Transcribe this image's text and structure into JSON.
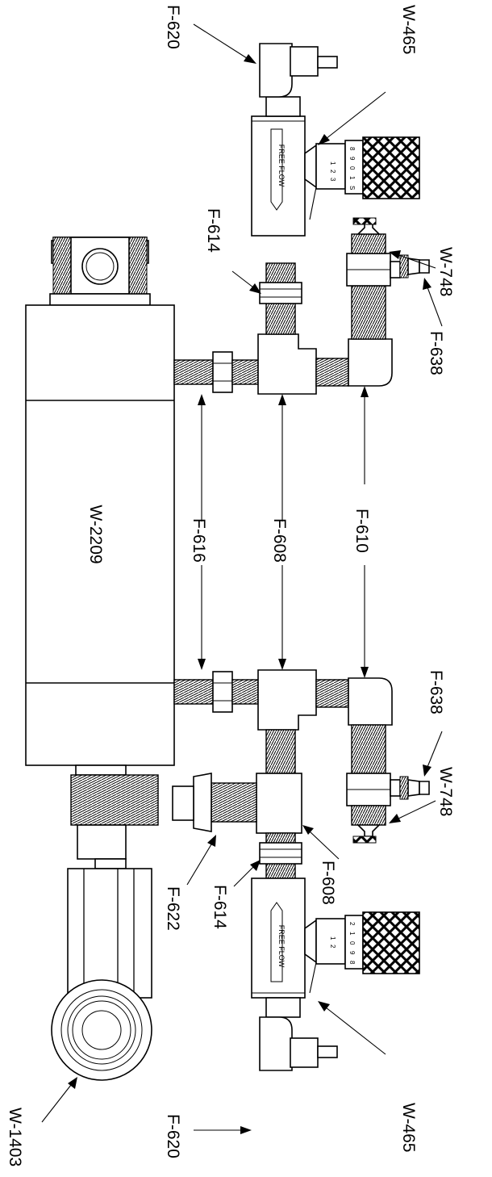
{
  "diagram": {
    "labels": {
      "main_cylinder": "W-2209",
      "eye_end": "W-1403",
      "valve_top": "W-465",
      "valve_bottom": "W-465",
      "elbow_top_far": "F-620",
      "elbow_bottom_far": "F-620",
      "nipple_top": "F-614",
      "nipple_bottom": "F-614",
      "tee_top": "F-608",
      "tee_bottom": "F-608",
      "tee_center": "F-608",
      "elbow_top_side": "F-610",
      "port_fitting": "F-616",
      "barb_top": "F-638",
      "barb_bottom": "F-638",
      "check_top": "W-748",
      "check_bottom": "W-748",
      "plug_fitting": "F-622"
    },
    "free_flow_text": "FREE FLOW",
    "scale_top": [
      "8",
      "9",
      "0",
      "1",
      "S"
    ],
    "scale_bottom": [
      "2",
      "1",
      "0",
      "9",
      "8"
    ],
    "scale_minor": [
      "1",
      "2",
      "3"
    ]
  }
}
